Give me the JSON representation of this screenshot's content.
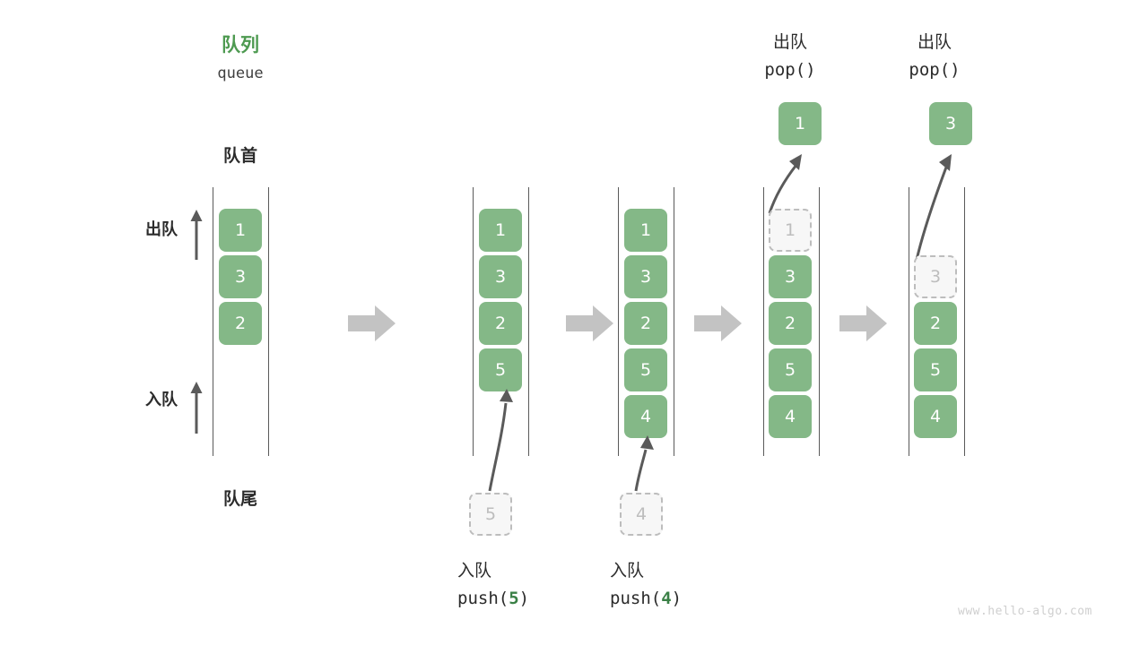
{
  "meta": {
    "watermark": "www.hello-algo.com"
  },
  "header": {
    "title_cn": "队列",
    "title_en": "queue",
    "front_label": "队首",
    "rear_label": "队尾",
    "dequeue_side_label": "出队",
    "enqueue_side_label": "入队"
  },
  "colors": {
    "cell_fill": "#84b887",
    "cell_text": "#ffffff",
    "ghost_fill": "#f7f7f7",
    "ghost_border": "#bdbdbd",
    "ghost_text": "#bdbdbd",
    "title_green": "#4e9a51",
    "code_arg_green": "#3a8046",
    "rail": "#5a5a5a",
    "block_arrow": "#c3c3c3",
    "thin_arrow": "#5a5a5a",
    "text": "#2b2b2b",
    "watermark": "#cfcfcf"
  },
  "stages": [
    {
      "id": "initial",
      "cells": [
        "1",
        "3",
        "2"
      ],
      "caption_cn": "",
      "caption_code": "",
      "header_cn": "",
      "header_code": ""
    },
    {
      "id": "push-5",
      "cells": [
        "1",
        "3",
        "2",
        "5"
      ],
      "incoming_value": "5",
      "caption_cn": "入队",
      "caption_code_prefix": "push(",
      "caption_code_arg": "5",
      "caption_code_suffix": ")"
    },
    {
      "id": "push-4",
      "cells": [
        "1",
        "3",
        "2",
        "5",
        "4"
      ],
      "incoming_value": "4",
      "caption_cn": "入队",
      "caption_code_prefix": "push(",
      "caption_code_arg": "4",
      "caption_code_suffix": ")"
    },
    {
      "id": "pop-1",
      "cells": [
        "1",
        "3",
        "2",
        "5",
        "4"
      ],
      "removed_index": 0,
      "popped_value": "1",
      "header_cn": "出队",
      "header_code": "pop()"
    },
    {
      "id": "pop-3",
      "cells": [
        "3",
        "2",
        "5",
        "4"
      ],
      "removed_index": 0,
      "popped_value": "3",
      "header_cn": "出队",
      "header_code": "pop()"
    }
  ],
  "stage1": {
    "c0": "1",
    "c1": "3",
    "c2": "2"
  },
  "stage2": {
    "c0": "1",
    "c1": "3",
    "c2": "2",
    "c3": "5",
    "ghost": "5",
    "cap_cn": "入队",
    "cap_pre": "push(",
    "cap_arg": "5",
    "cap_post": ")"
  },
  "stage3": {
    "c0": "1",
    "c1": "3",
    "c2": "2",
    "c3": "5",
    "c4": "4",
    "ghost": "4",
    "cap_cn": "入队",
    "cap_pre": "push(",
    "cap_arg": "4",
    "cap_post": ")"
  },
  "stage4": {
    "head_cn": "出队",
    "head_code": "pop()",
    "popped": "1",
    "c0": "1",
    "c1": "3",
    "c2": "2",
    "c3": "5",
    "c4": "4"
  },
  "stage5": {
    "head_cn": "出队",
    "head_code": "pop()",
    "popped": "3",
    "c0": "3",
    "c1": "2",
    "c2": "5",
    "c3": "4"
  }
}
